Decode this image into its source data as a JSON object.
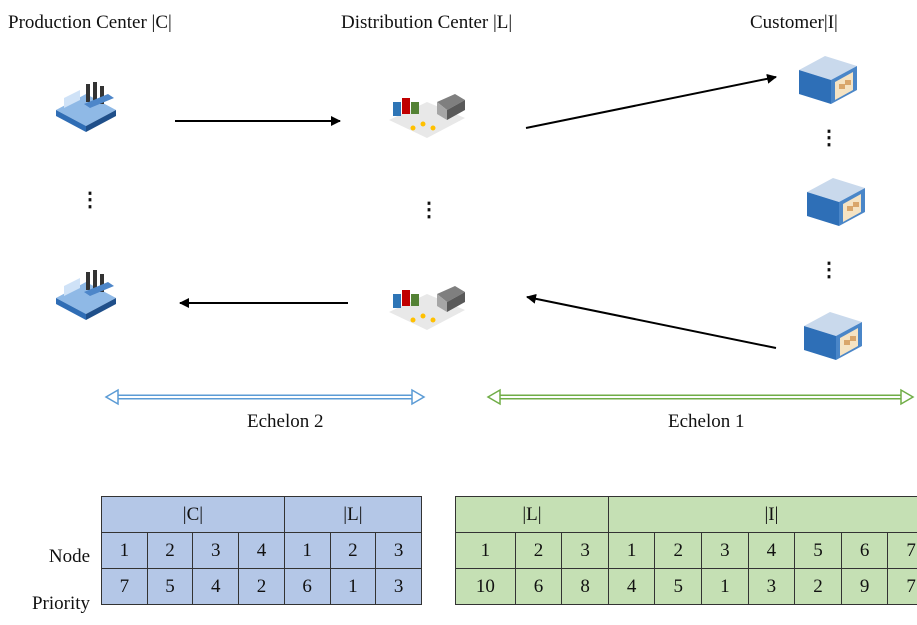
{
  "headers": {
    "production": "Production Center |C|",
    "distribution": "Distribution Center |L|",
    "customer": "Customer|I|"
  },
  "ellipsis": "⋮",
  "echelons": {
    "echelon2": "Echelon 2",
    "echelon1": "Echelon 1"
  },
  "row_labels": {
    "node": "Node",
    "priority": "Priority"
  },
  "table_echelon2": {
    "groups": [
      {
        "label": "|C|",
        "span": 4
      },
      {
        "label": "|L|",
        "span": 3
      }
    ],
    "node": [
      "1",
      "2",
      "3",
      "4",
      "1",
      "2",
      "3"
    ],
    "priority": [
      "7",
      "5",
      "4",
      "2",
      "6",
      "1",
      "3"
    ]
  },
  "table_echelon1": {
    "groups": [
      {
        "label": "|L|",
        "span": 3
      },
      {
        "label": "|I|",
        "span": 7
      }
    ],
    "node": [
      "1",
      "2",
      "3",
      "1",
      "2",
      "3",
      "4",
      "5",
      "6",
      "7"
    ],
    "priority": [
      "10",
      "6",
      "8",
      "4",
      "5",
      "1",
      "3",
      "2",
      "9",
      "7"
    ]
  },
  "colors": {
    "echelon2_table": "#b4c7e7",
    "echelon1_table": "#c5e0b4",
    "echelon2_arrow": "#5b9bd5",
    "echelon1_arrow": "#70ad47"
  },
  "icons": {
    "factory": "factory-icon",
    "warehouse": "distribution-warehouse-icon",
    "customer": "customer-store-icon"
  }
}
